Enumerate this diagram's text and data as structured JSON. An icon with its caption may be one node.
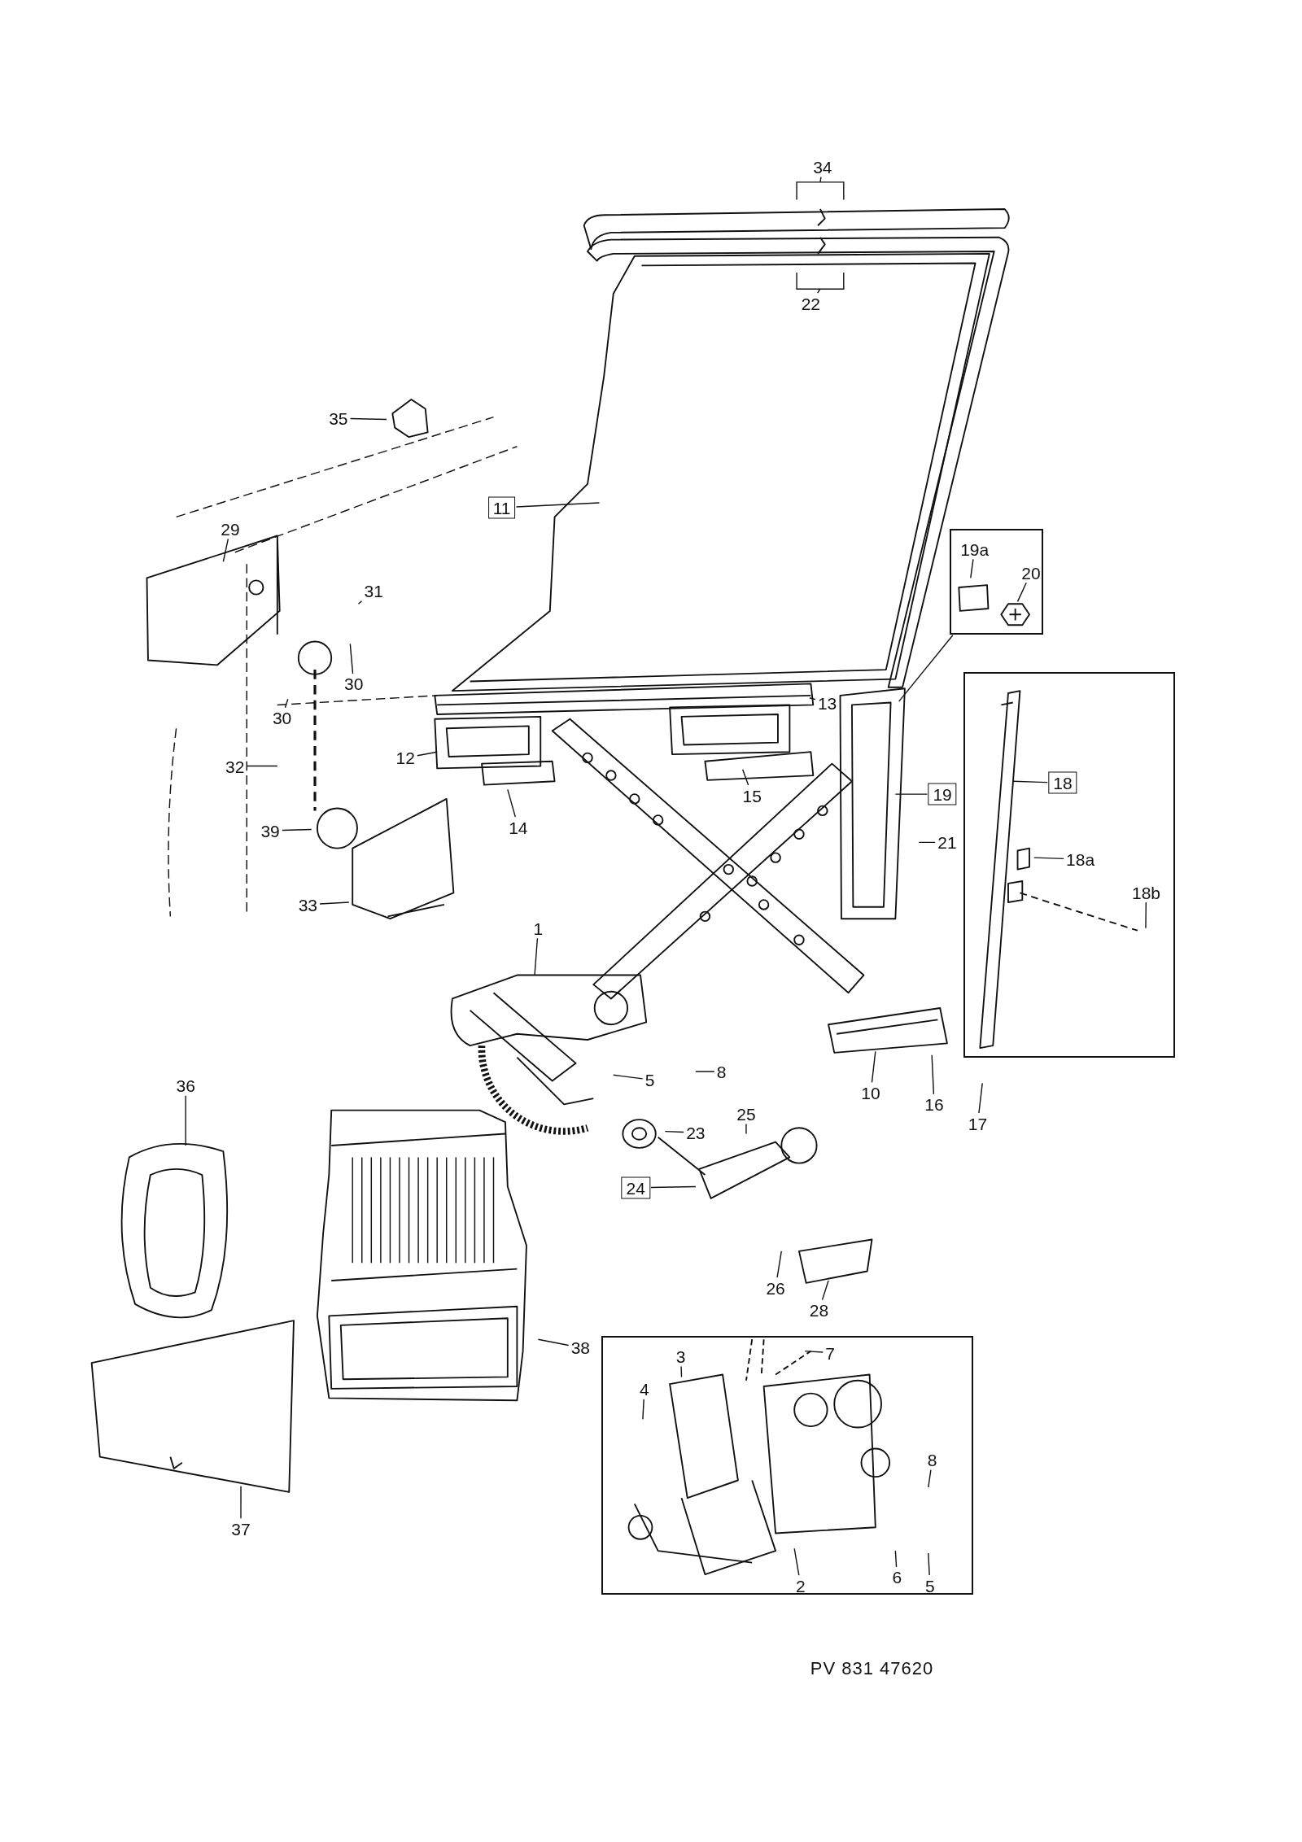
{
  "diagram": {
    "nodes": [
      {
        "text": [
          "34"
        ]
      },
      {
        "text": [
          "22"
        ]
      },
      {
        "text": [
          "35"
        ]
      },
      {
        "text": [
          "11"
        ]
      },
      {
        "text": [],
        "shape": "box"
      },
      {
        "text": [
          "19a"
        ],
        "in": 4
      },
      {
        "text": [
          "20"
        ],
        "in": 4
      },
      {
        "text": [
          "29"
        ]
      },
      {
        "text": [
          "31"
        ]
      },
      {
        "text": [
          "30"
        ]
      },
      {
        "text": [
          "13"
        ]
      },
      {
        "text": [],
        "shape": "box"
      },
      {
        "text": [
          "18"
        ],
        "in": 11
      },
      {
        "text": [
          "18a"
        ],
        "in": 11
      },
      {
        "text": [
          "18b"
        ],
        "in": 11
      },
      {
        "text": [
          "30"
        ]
      },
      {
        "text": [
          "12"
        ]
      },
      {
        "text": [
          "32"
        ]
      },
      {
        "text": [
          "15"
        ]
      },
      {
        "text": [
          "19"
        ]
      },
      {
        "text": [
          "14"
        ]
      },
      {
        "text": [
          "39"
        ]
      },
      {
        "text": [
          "21"
        ]
      },
      {
        "text": [
          "33"
        ]
      },
      {
        "text": [
          "1"
        ]
      },
      {
        "text": [
          "5"
        ]
      },
      {
        "text": [
          "8"
        ]
      },
      {
        "text": [
          "10"
        ]
      },
      {
        "text": [
          "16"
        ]
      },
      {
        "text": [
          "17"
        ]
      },
      {
        "text": [
          "36"
        ]
      },
      {
        "text": [
          "25"
        ]
      },
      {
        "text": [
          "23"
        ]
      },
      {
        "text": [
          "24"
        ]
      },
      {
        "text": [
          "26"
        ]
      },
      {
        "text": [
          "28"
        ]
      },
      {
        "text": [
          "38"
        ]
      },
      {
        "text": [],
        "shape": "box"
      },
      {
        "text": [
          "3"
        ],
        "in": 37
      },
      {
        "text": [
          "7"
        ],
        "in": 37
      },
      {
        "text": [
          "4"
        ],
        "in": 37
      },
      {
        "text": [
          "8"
        ],
        "in": 37
      },
      {
        "text": [
          "2"
        ],
        "in": 37
      },
      {
        "text": [
          "6"
        ],
        "in": 37
      },
      {
        "text": [
          "5"
        ],
        "in": 37
      },
      {
        "text": [
          "37"
        ]
      }
    ],
    "edges": [
      {
        "from": 0,
        "to": null,
        "arrow": "none"
      },
      {
        "from": 1,
        "to": null,
        "arrow": "none"
      },
      {
        "from": 2,
        "to": null,
        "arrow": "none"
      },
      {
        "from": 3,
        "to": null,
        "arrow": "none"
      },
      {
        "from": 4,
        "to": null,
        "arrow": "none"
      },
      {
        "from": 5,
        "to": null,
        "arrow": "none"
      },
      {
        "from": 6,
        "to": null,
        "arrow": "none"
      },
      {
        "from": 7,
        "to": null,
        "arrow": "none"
      },
      {
        "from": 8,
        "to": null,
        "arrow": "none"
      },
      {
        "from": 9,
        "to": null,
        "arrow": "none"
      },
      {
        "from": 10,
        "to": null,
        "arrow": "none"
      },
      {
        "from": 12,
        "to": null,
        "arrow": "none"
      },
      {
        "from": 13,
        "to": null,
        "arrow": "none"
      },
      {
        "from": 14,
        "to": null,
        "arrow": "none"
      },
      {
        "from": 15,
        "to": null,
        "arrow": "none"
      },
      {
        "from": 16,
        "to": null,
        "arrow": "none"
      },
      {
        "from": 17,
        "to": null,
        "arrow": "none"
      },
      {
        "from": 18,
        "to": null,
        "arrow": "none"
      },
      {
        "from": 19,
        "to": null,
        "arrow": "none"
      },
      {
        "from": 20,
        "to": null,
        "arrow": "none"
      },
      {
        "from": 21,
        "to": null,
        "arrow": "none"
      },
      {
        "from": 22,
        "to": null,
        "arrow": "none"
      },
      {
        "from": 23,
        "to": null,
        "arrow": "none"
      },
      {
        "from": 24,
        "to": null,
        "arrow": "none"
      },
      {
        "from": 25,
        "to": null,
        "arrow": "none"
      },
      {
        "from": 26,
        "to": null,
        "arrow": "none"
      },
      {
        "from": 27,
        "to": null,
        "arrow": "none"
      },
      {
        "from": 28,
        "to": null,
        "arrow": "none"
      },
      {
        "from": 29,
        "to": null,
        "arrow": "none"
      },
      {
        "from": 30,
        "to": null,
        "arrow": "none"
      },
      {
        "from": 31,
        "to": null,
        "arrow": "none"
      },
      {
        "from": 32,
        "to": null,
        "arrow": "none"
      },
      {
        "from": 33,
        "to": null,
        "arrow": "none"
      },
      {
        "from": 34,
        "to": null,
        "arrow": "none"
      },
      {
        "from": 35,
        "to": null,
        "arrow": "none"
      },
      {
        "from": 36,
        "to": null,
        "arrow": "none"
      },
      {
        "from": 38,
        "to": null,
        "arrow": "none"
      },
      {
        "from": 39,
        "to": null,
        "arrow": "none"
      },
      {
        "from": 40,
        "to": null,
        "arrow": "none"
      },
      {
        "from": 41,
        "to": null,
        "arrow": "none"
      },
      {
        "from": 42,
        "to": null,
        "arrow": "none"
      },
      {
        "from": 43,
        "to": null,
        "arrow": "none"
      },
      {
        "from": 44,
        "to": null,
        "arrow": "none"
      },
      {
        "from": 45,
        "to": null,
        "arrow": "none"
      }
    ],
    "labels": [
      "PV 831 47620"
    ]
  }
}
